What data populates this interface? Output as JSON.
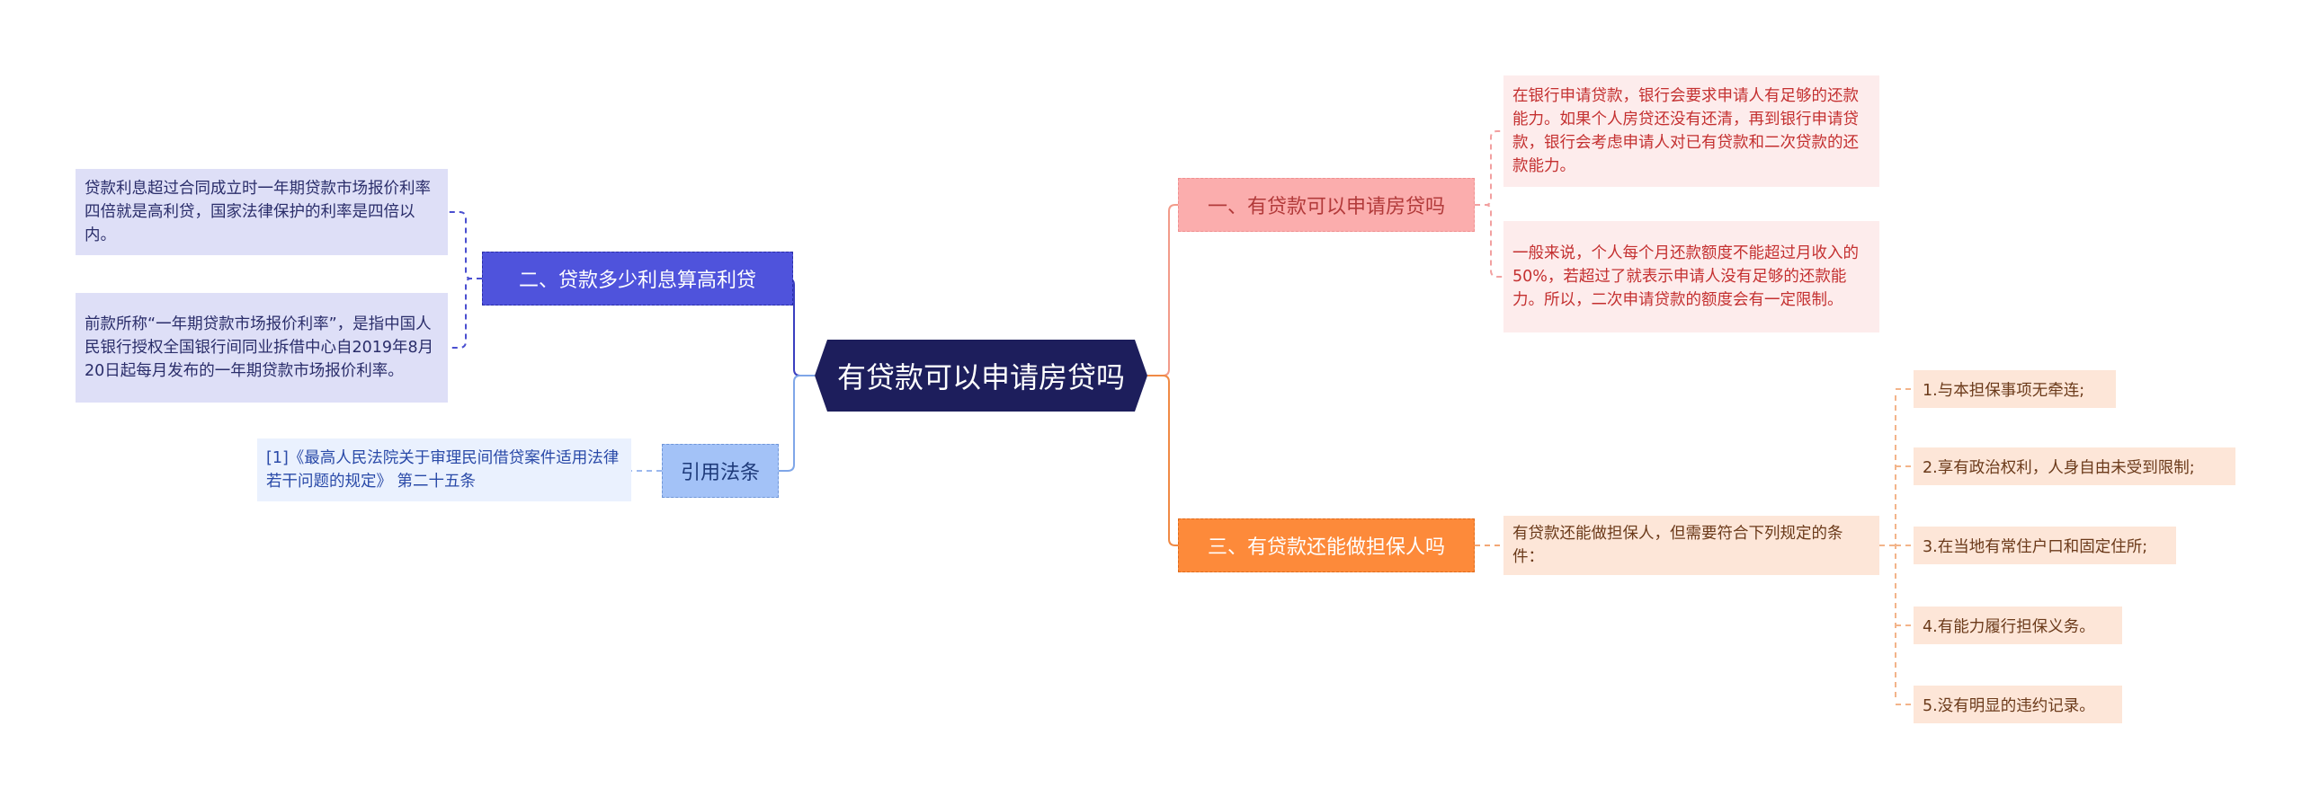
{
  "central": {
    "label": "有贷款可以申请房贷吗"
  },
  "branches": {
    "b1": {
      "label": "一、有贷款可以申请房贷吗",
      "leaves": [
        "在银行申请贷款，银行会要求申请人有足够的还款能力。如果个人房贷还没有还清，再到银行申请贷款，银行会考虑申请人对已有贷款和二次贷款的还款能力。",
        "一般来说，个人每个月还款额度不能超过月收入的50%，若超过了就表示申请人没有足够的还款能力。所以，二次申请贷款的额度会有一定限制。"
      ]
    },
    "b2": {
      "label": "二、贷款多少利息算高利贷",
      "leaves": [
        "贷款利息超过合同成立时一年期贷款市场报价利率四倍就是高利贷，国家法律保护的利率是四倍以内。",
        "前款所称“一年期贷款市场报价利率”，是指中国人民银行授权全国银行间同业拆借中心自2019年8月20日起每月发布的一年期贷款市场报价利率。"
      ]
    },
    "b3": {
      "label": "三、有贷款还能做担保人吗",
      "leaf": "有贷款还能做担保人，但需要符合下列规定的条件：",
      "conditions": [
        "1.与本担保事项无牵连;",
        "2.享有政治权利，人身自由未受到限制;",
        "3.在当地有常住户口和固定住所;",
        "4.有能力履行担保义务。",
        "5.没有明显的违约记录。"
      ]
    },
    "b4": {
      "label": "引用法条",
      "leaf": "[1]《最高人民法院关于审理民间借贷案件适用法律若干问题的规定》 第二十五条"
    }
  },
  "colors": {
    "central": "#1d1e5c",
    "b1": "#fbadad",
    "b2": "#4f53dc",
    "b3": "#fd8a3a",
    "b4": "#a3c2f7"
  }
}
